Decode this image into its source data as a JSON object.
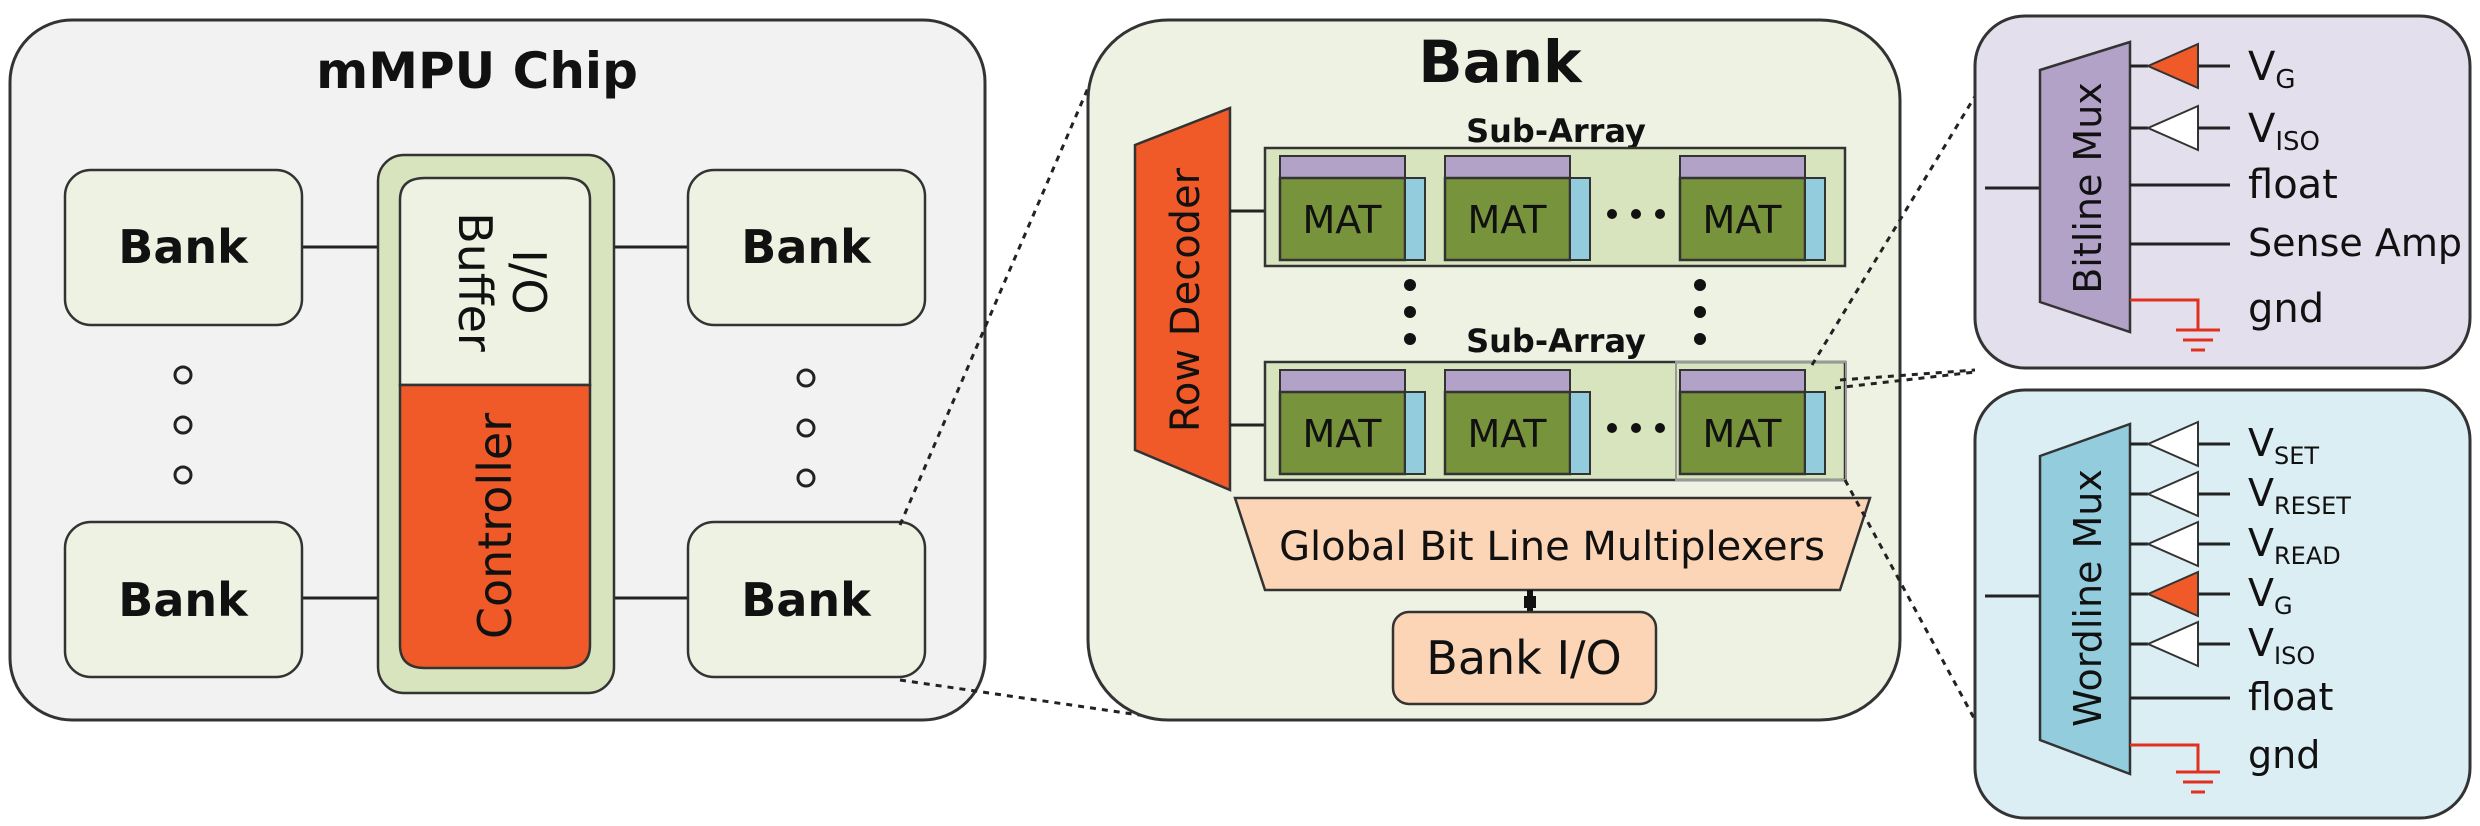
{
  "chip": {
    "title": "mMPU Chip",
    "banks": [
      "Bank",
      "Bank",
      "Bank",
      "Bank"
    ],
    "io_buffer": [
      "I/O",
      "Buffer"
    ],
    "controller": "Controller"
  },
  "bank": {
    "title": "Bank",
    "row_decoder": "Row Decoder",
    "subarray_top": "Sub-Array",
    "subarray_bottom": "Sub-Array",
    "mats_top": [
      "MAT",
      "MAT",
      "MAT"
    ],
    "mats_bottom": [
      "MAT",
      "MAT",
      "MAT"
    ],
    "global_mux": "Global Bit Line Multiplexers",
    "bank_io": "Bank I/O"
  },
  "bitline": {
    "title": "Bitline Mux",
    "inputs": [
      {
        "base": "V",
        "sub": "G"
      },
      {
        "base": "V",
        "sub": "ISO"
      },
      {
        "base": "float",
        "sub": ""
      },
      {
        "base": "Sense Amp",
        "sub": ""
      },
      {
        "base": "gnd",
        "sub": ""
      }
    ]
  },
  "wordline": {
    "title": "Wordline Mux",
    "inputs": [
      {
        "base": "V",
        "sub": "SET"
      },
      {
        "base": "V",
        "sub": "RESET"
      },
      {
        "base": "V",
        "sub": "READ"
      },
      {
        "base": "V",
        "sub": "G"
      },
      {
        "base": "V",
        "sub": "ISO"
      },
      {
        "base": "float",
        "sub": ""
      },
      {
        "base": "gnd",
        "sub": ""
      }
    ]
  },
  "colors": {
    "chip_bg": "#f2f2f2",
    "bank_box": "#eef2e3",
    "controller": "#f05a28",
    "controller_frame": "#d7e4bd",
    "mat": "#77933c",
    "mat_top": "#b3a2c7",
    "mat_side": "#93cddd",
    "subarray": "#d7e4bd",
    "mux_strip": "#fbd5b5",
    "bitline_panel": "#e4dfec",
    "bitline_mux": "#b3a2c7",
    "wordline_panel": "#dbeef4",
    "wordline_mux": "#93cddd",
    "red_driver": "#f05a28",
    "ground": "#e03020"
  }
}
